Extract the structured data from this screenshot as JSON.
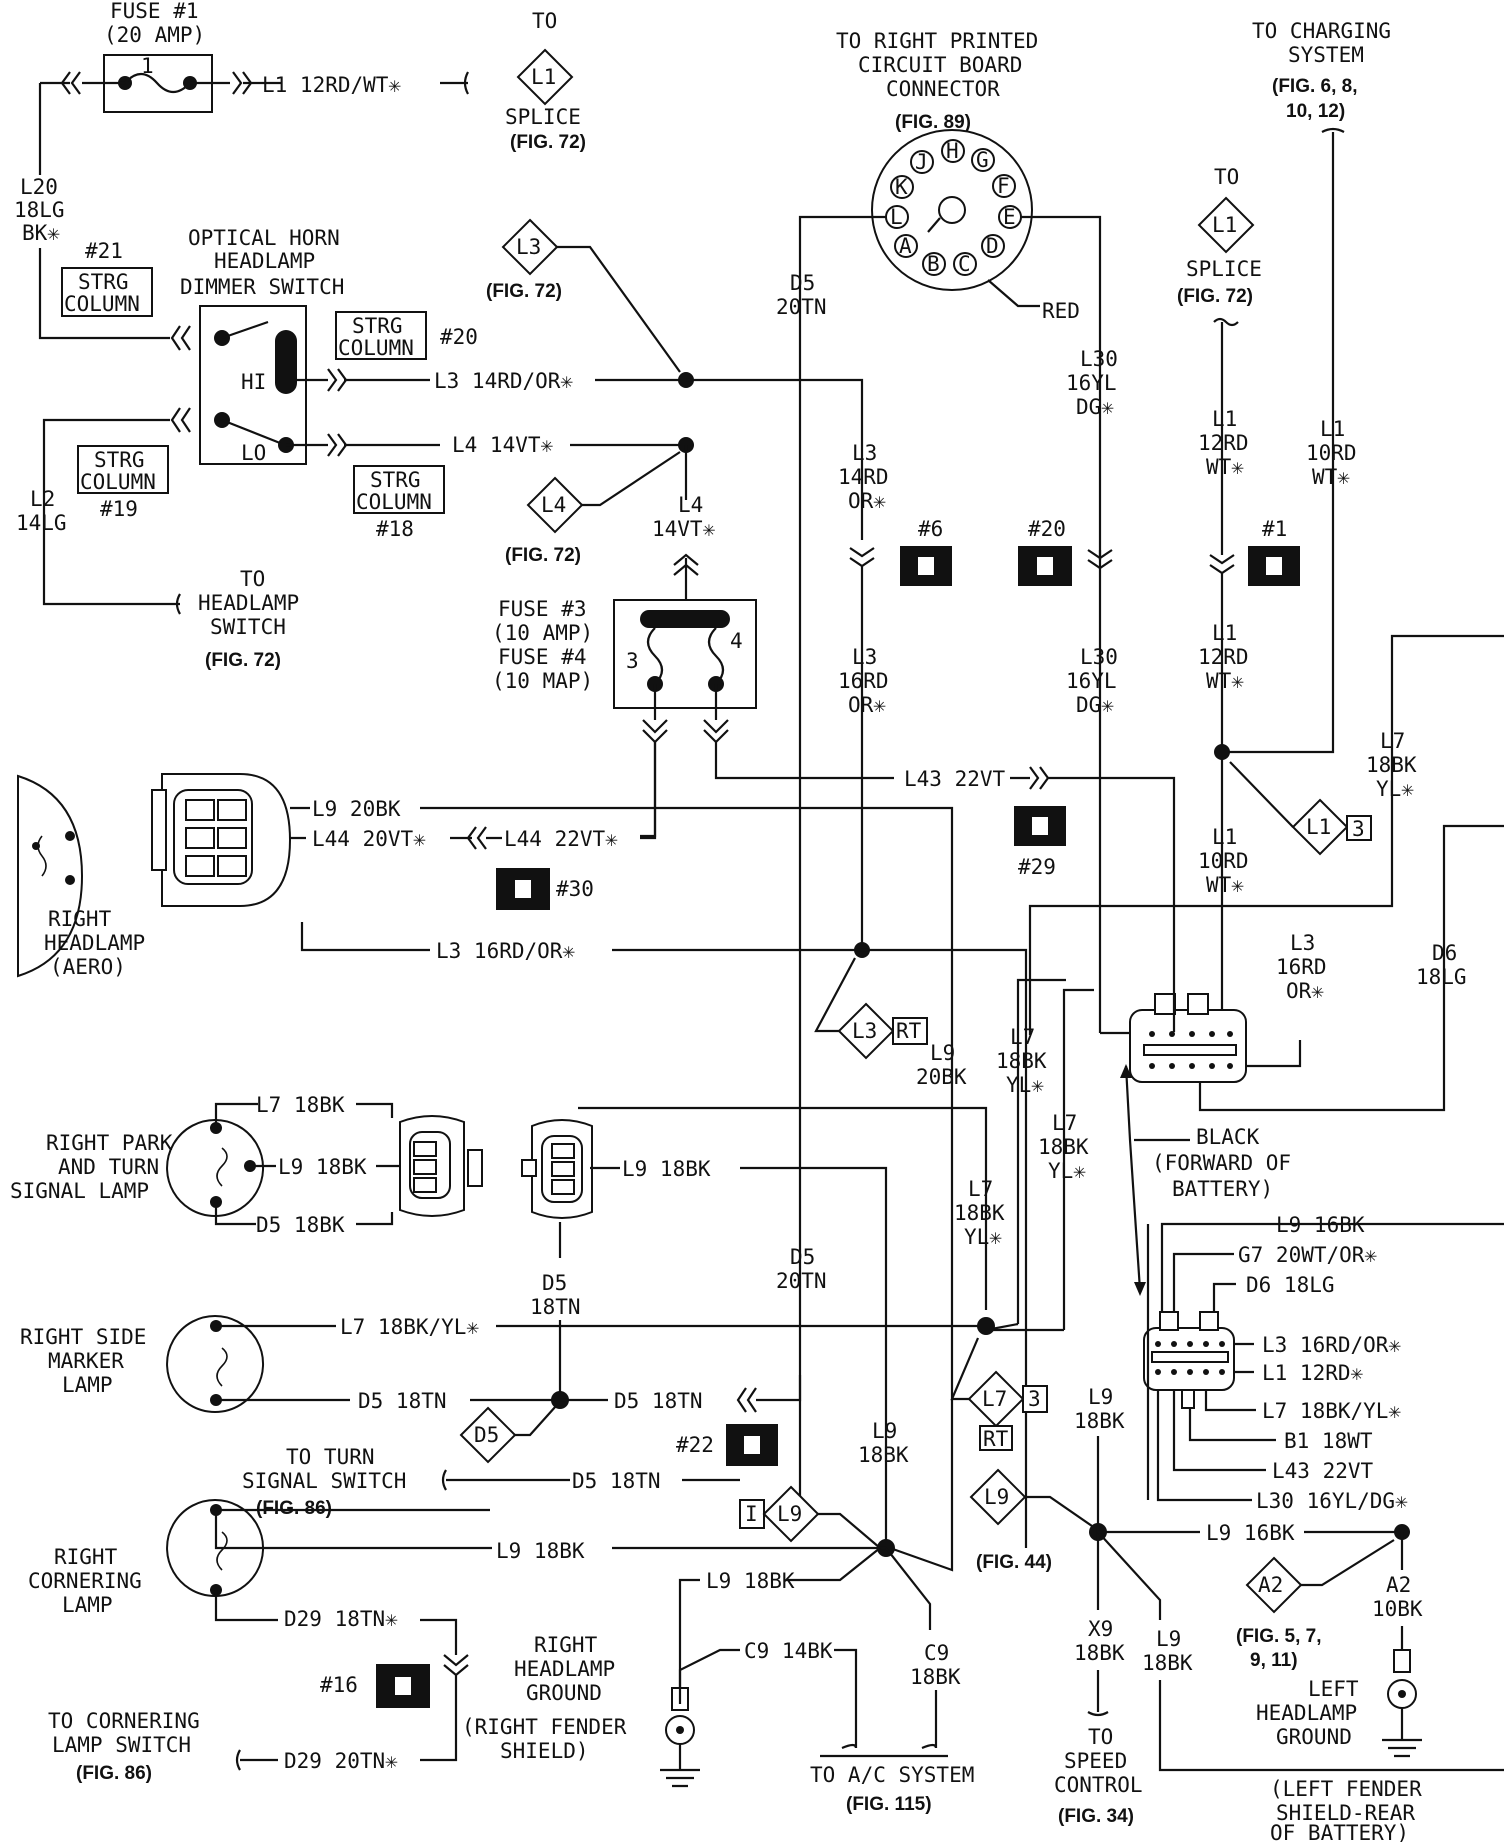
{
  "fuse1": {
    "title": "FUSE #1",
    "amp": "(20 AMP)",
    "num": "1"
  },
  "w_L1_top": "L1 12RD/WT✳",
  "to": "TO",
  "splice": "SPLICE",
  "fig72": "(FIG. 72)",
  "L1": "L1",
  "L3": "L3",
  "L4": "L4",
  "L7": "L7",
  "L9": "L9",
  "D5": "D5",
  "A2": "A2",
  "num3": "3",
  "numI": "I",
  "RT": "RT",
  "L20": [
    "L20",
    "18LG",
    "BK✳"
  ],
  "strg": [
    "STRG",
    "COLUMN"
  ],
  "n21": "#21",
  "n20": "#20",
  "n19": "#19",
  "n18": "#18",
  "dimmer": [
    "OPTICAL HORN",
    "HEADLAMP",
    "DIMMER SWITCH"
  ],
  "HI": "HI",
  "LO": "LO",
  "w_L3_main": "L3 14RD/OR✳",
  "w_L4_main": "L4 14VT✳",
  "L2": [
    "L2",
    "14LG"
  ],
  "to_headlamp_switch": [
    "TO",
    "HEADLAMP",
    "SWITCH"
  ],
  "w_L4_v": [
    "L4",
    "14VT✳"
  ],
  "fuse34": [
    "FUSE #3",
    "(10 AMP)",
    "FUSE #4",
    "(10 MAP)"
  ],
  "num4": "4",
  "pcb": [
    "TO RIGHT PRINTED",
    "CIRCUIT BOARD",
    "CONNECTOR"
  ],
  "fig89": "(FIG. 89)",
  "pins": [
    "H",
    "G",
    "J",
    "K",
    "F",
    "L",
    "E",
    "A",
    "B",
    "C",
    "D"
  ],
  "RED": "RED",
  "w_D5_20TN": [
    "D5",
    "20TN"
  ],
  "w_L30_16": [
    "L30",
    "16YL",
    "DG✳"
  ],
  "w_L3_14": [
    "L3",
    "14RD",
    "OR✳"
  ],
  "w_L3_16": [
    "L3",
    "16RD",
    "OR✳"
  ],
  "c6": "#6",
  "c20": "#20",
  "c1": "#1",
  "c29": "#29",
  "c30": "#30",
  "c22": "#22",
  "c16": "#16",
  "charging": [
    "TO CHARGING",
    "SYSTEM"
  ],
  "fig_charging": [
    "(FIG. 6, 8,",
    "10, 12)"
  ],
  "w_L1_12": [
    "L1",
    "12RD",
    "WT✳"
  ],
  "w_L1_10": [
    "L1",
    "10RD",
    "WT✳"
  ],
  "w_L7_18": [
    "L7",
    "18BK",
    "YL✳"
  ],
  "w_D6_18": [
    "D6",
    "18LG"
  ],
  "w_L43": "L43 22VT",
  "w_L9_20": "L9 20BK",
  "w_L44_20": "L44 20VT✳",
  "w_L44_22": "L44 22VT✳",
  "w_L3_16h": "L3 16RD/OR✳",
  "right_headlamp": [
    "RIGHT",
    "HEADLAMP",
    "(AERO)"
  ],
  "w_L9_20v": [
    "L9",
    "20BK"
  ],
  "black": [
    "BLACK",
    "(FORWARD OF",
    "BATTERY)"
  ],
  "park": [
    "RIGHT PARK",
    "AND TURN",
    "SIGNAL LAMP"
  ],
  "w_L7_18BK": "L7 18BK",
  "w_L9_18BK": "L9 18BK",
  "w_D5_18BK": "D5 18BK",
  "w_D5_18": [
    "D5",
    "18TN"
  ],
  "side": [
    "RIGHT SIDE",
    "MARKER",
    "LAMP"
  ],
  "w_L7_18BKYL": "L7 18BK/YL✳",
  "w_D5_18TN": "D5 18TN",
  "turn_sw": [
    "TO TURN",
    "SIGNAL SWITCH"
  ],
  "fig86": "(FIG. 86)",
  "w_L9_18": [
    "L9",
    "18BK"
  ],
  "corner": [
    "RIGHT",
    "CORNERING",
    "LAMP"
  ],
  "w_D29_18": "D29 18TN✳",
  "w_D29_20": "D29 20TN✳",
  "corner_sw": [
    "TO CORNERING",
    "LAMP SWITCH"
  ],
  "rhg": [
    "RIGHT",
    "HEADLAMP",
    "GROUND"
  ],
  "rfs": [
    "(RIGHT FENDER",
    "SHIELD)"
  ],
  "w_C9_14": "C9 14BK",
  "w_C9_18": [
    "C9",
    "18BK"
  ],
  "ac": "TO A/C SYSTEM",
  "fig115": "(FIG. 115)",
  "fig44": "(FIG. 44)",
  "w_X9": [
    "X9",
    "18BK"
  ],
  "speed": [
    "TO",
    "SPEED",
    "CONTROL"
  ],
  "fig34": "(FIG. 34)",
  "w_L9_16": "L9 16BK",
  "w_G7": "G7 20WT/OR✳",
  "w_D6": "D6 18LG",
  "w_L3_r": "L3 16RD/OR✳",
  "w_L1_r": "L1 12RD✳",
  "w_L7_r": "L7 18BK/YL✳",
  "w_B1": "B1 18WT",
  "w_L43_r": "L43 22VT",
  "w_L30_r": "L30 16YL/DG✳",
  "w_A2": [
    "A2",
    "10BK"
  ],
  "fig_a2": [
    "(FIG. 5, 7,",
    "9, 11)"
  ],
  "lhg": [
    "LEFT",
    "HEADLAMP",
    "GROUND"
  ],
  "lfs": [
    "(LEFT FENDER",
    "SHIELD-REAR",
    "OF BATTERY)"
  ]
}
